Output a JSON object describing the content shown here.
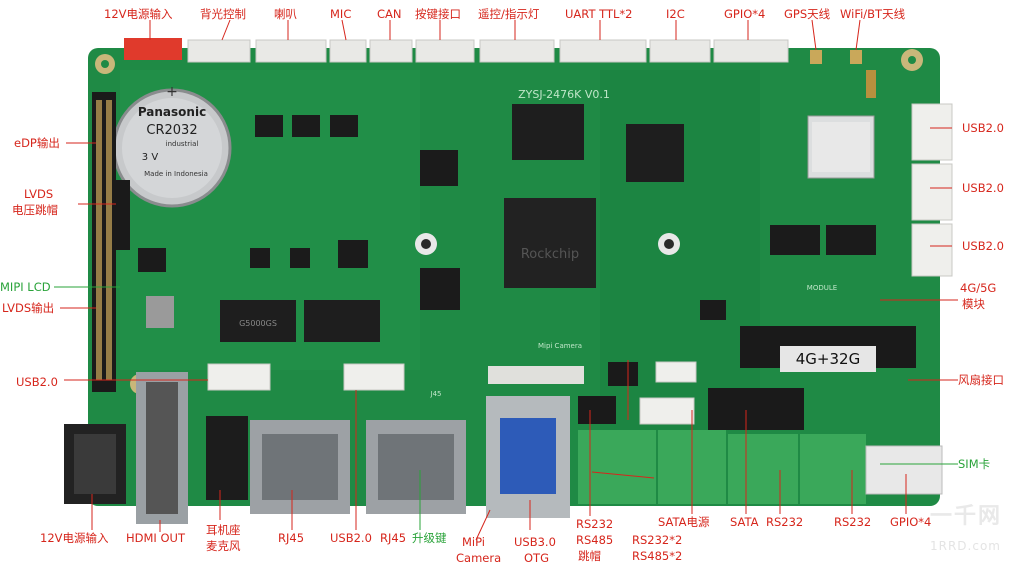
{
  "board": {
    "model": "ZYSJ-2476K V0.1",
    "battery_brand": "Panasonic",
    "battery_model": "CR2032",
    "battery_sub": "industrial",
    "battery_voltage": "3 V",
    "battery_origin": "Made in Indonesia",
    "soc_brand": "Rockchip",
    "transformer_text": "G5000GS",
    "emmc_label": "4G+32G",
    "mipi_camera_silk": "Mipi Camera",
    "module_silk": "MODULE",
    "j45_silk": "J45"
  },
  "labels": {
    "top": [
      "12V电源输入",
      "背光控制",
      "喇叭",
      "MIC",
      "CAN",
      "按键接口",
      "遥控/指示灯",
      "UART TTL*2",
      "I2C",
      "GPIO*4",
      "GPS天线",
      "WiFi/BT天线"
    ],
    "left": [
      "eDP输出",
      "LVDS",
      "电压跳帽",
      "MIPI LCD",
      "LVDS输出",
      "USB2.0"
    ],
    "right": [
      "USB2.0",
      "USB2.0",
      "USB2.0",
      "4G/5G",
      "模块",
      "风扇接口",
      "SIM卡"
    ],
    "bottom": [
      "12V电源输入",
      "HDMI OUT",
      "耳机座",
      "麦克风",
      "RJ45",
      "USB2.0",
      "RJ45",
      "升级键",
      "MiPi",
      "Camera",
      "USB3.0",
      "OTG",
      "RS232",
      "RS485",
      "跳帽",
      "RS232*2",
      "RS485*2",
      "SATA电源",
      "SATA",
      "RS232",
      "RS232",
      "GPIO*4"
    ]
  },
  "watermark": {
    "main": "一千网",
    "sub": "1RRD.com"
  },
  "colors": {
    "pcb": "#1f8a45",
    "pcb_dark": "#136b33",
    "label_red": "#d6261c",
    "label_green": "#2aa33a",
    "chip": "#1b1b1b",
    "metal": "#b8bcbf",
    "terminal": "#3aa85a"
  }
}
